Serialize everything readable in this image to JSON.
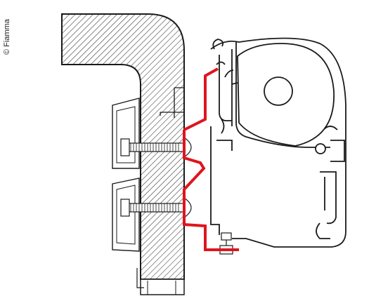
{
  "copyright": "© Fiamma",
  "colors": {
    "line": "#1a1a1a",
    "adapter": "#e0141e",
    "background": "#ffffff",
    "hatch": "#222222",
    "roller": "#ffffff"
  },
  "parts": {
    "wall": "hatched-wall-section",
    "adapter": "red-adapter-bracket",
    "awning_case": "awning-housing",
    "roller": "roller-tube",
    "bolts": "threaded-bolts",
    "clamps": "clamp-blocks"
  }
}
